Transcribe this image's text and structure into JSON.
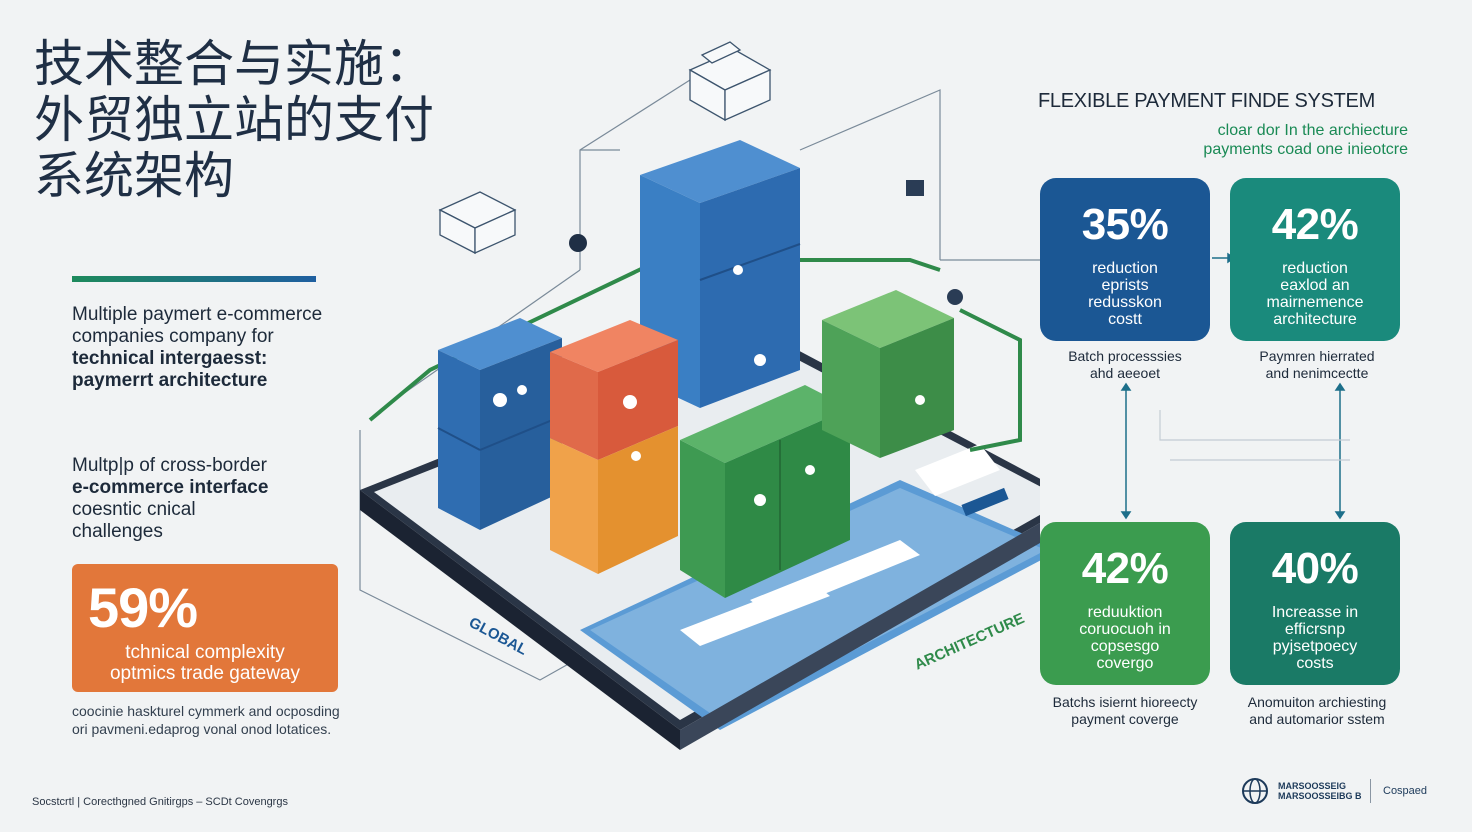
{
  "title": {
    "line1": "技术整合与实施：",
    "line2": "外贸独立站的支付",
    "line3": "系统架构"
  },
  "left": {
    "para1": {
      "line1": "Multiple paymert e-commerce",
      "line2": "companies company for",
      "line3": "technical intergaesst:",
      "line4": "paymerrt architecture"
    },
    "para2": {
      "line1": "Multp|p of cross-border",
      "line2": "e-commerce interface",
      "line3": "coesntic cnical",
      "line4": "challenges"
    },
    "highlight": {
      "value": "59%",
      "line1": "tchnical complexity",
      "line2": "optmics trade gateway",
      "color": "#e2773a"
    },
    "small": {
      "line1": "coocinie haskturel cymmerk and ocposding",
      "line2": "ori pavmeni.edaprog vonal onod lotatices."
    },
    "footer": "Socstcrtl   |   Corecthgned Gnitirgps – SCDt Covengrgs"
  },
  "illustration": {
    "label_left": "GLOBAL",
    "label_right": "ARCHITECTURE"
  },
  "right": {
    "heading": "FLEXIBLE PAYMENT FINDE SYSTEM",
    "subheading_line1": "cloar dor In the archiecture",
    "subheading_line2": "payments coad one inieotcre",
    "cards": [
      {
        "value": "35%",
        "l1": "reduction",
        "l2": "eprists",
        "l3": "redusskon",
        "l4": "costt",
        "cap1": "Batch processsies",
        "cap2": "ahd aeeoet",
        "color": "#1b5794"
      },
      {
        "value": "42%",
        "l1": "reduction",
        "l2": "eaxlod an",
        "l3": "mairnemence",
        "l4": "architecture",
        "cap1": "Paymren hierrated",
        "cap2": "and nenimcectte",
        "color": "#1a8a7c"
      },
      {
        "value": "42%",
        "l1": "reduuktion",
        "l2": "coruocuoh in",
        "l3": "copsesgo",
        "l4": "covergo",
        "cap1": "Batchs isiernt hioreecty",
        "cap2": "payment coverge",
        "color": "#3b9c4f"
      },
      {
        "value": "40%",
        "l1": "Increasse in",
        "l2": "efficrsnp",
        "l3": "pyjsetpoecy",
        "l4": "costs",
        "cap1": "Anomuiton archiesting",
        "cap2": "and automarior sstem",
        "color": "#1a7a66"
      }
    ],
    "footer_logo_text_l1": "MARSOOSSEIG",
    "footer_logo_text_l2": "MARSOOSSEIBG B",
    "footer_right": "Cospaed"
  }
}
